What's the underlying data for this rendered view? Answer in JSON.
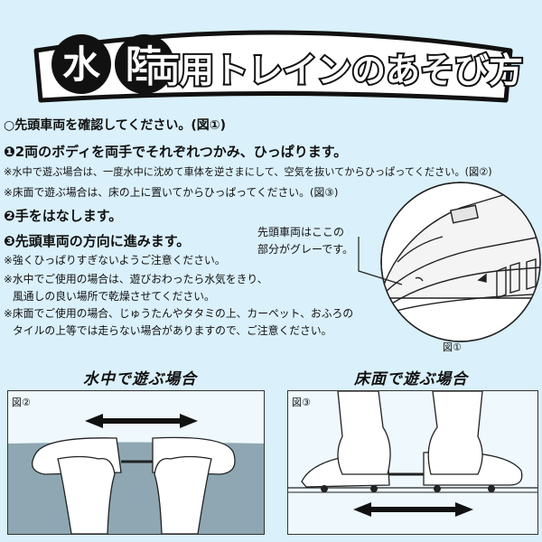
{
  "title": {
    "kanji1": "水",
    "kanji2": "陸",
    "rest": "両用トレインのあそび方"
  },
  "instructions": {
    "check": "○先頭車両を確認してください。(図①)",
    "step1": "❶2両のボディを両手でそれぞれつかみ、ひっぱります。",
    "step1_note1": "※水中で遊ぶ場合は、一度水中に沈めて車体を逆さまにして、空気を抜いてからひっぱってください。(図②)",
    "step1_note2": "※床面で遊ぶ場合は、床の上に置いてからひっぱってください。(図③)",
    "step2": "❷手をはなします。",
    "step3": "❸先頭車両の方向に進みます。",
    "step3_note1": "※強くひっぱりすぎないようご注意ください。",
    "step3_note2": "※水中でご使用の場合は、遊びおわったら水気をきり、",
    "step3_note2b": "風通しの良い場所で乾燥させてください。",
    "step3_note3": "※床面でご使用の場合、じゅうたんやタタミの上、カーペット、おふろの",
    "step3_note3b": "タイルの上等では走らない場合がありますので、ご注意ください。"
  },
  "figure1": {
    "callout_line1": "先頭車両はここの",
    "callout_line2": "部分がグレーです。",
    "label": "図①"
  },
  "figure2": {
    "heading": "水中で遊ぶ場合",
    "label": "図②"
  },
  "figure3": {
    "heading": "床面で遊ぶ場合",
    "label": "図③"
  },
  "colors": {
    "background": "#daf0fa",
    "water": "#8ea7b2",
    "panel": "#eef8fd",
    "title_badge": "#111111"
  }
}
